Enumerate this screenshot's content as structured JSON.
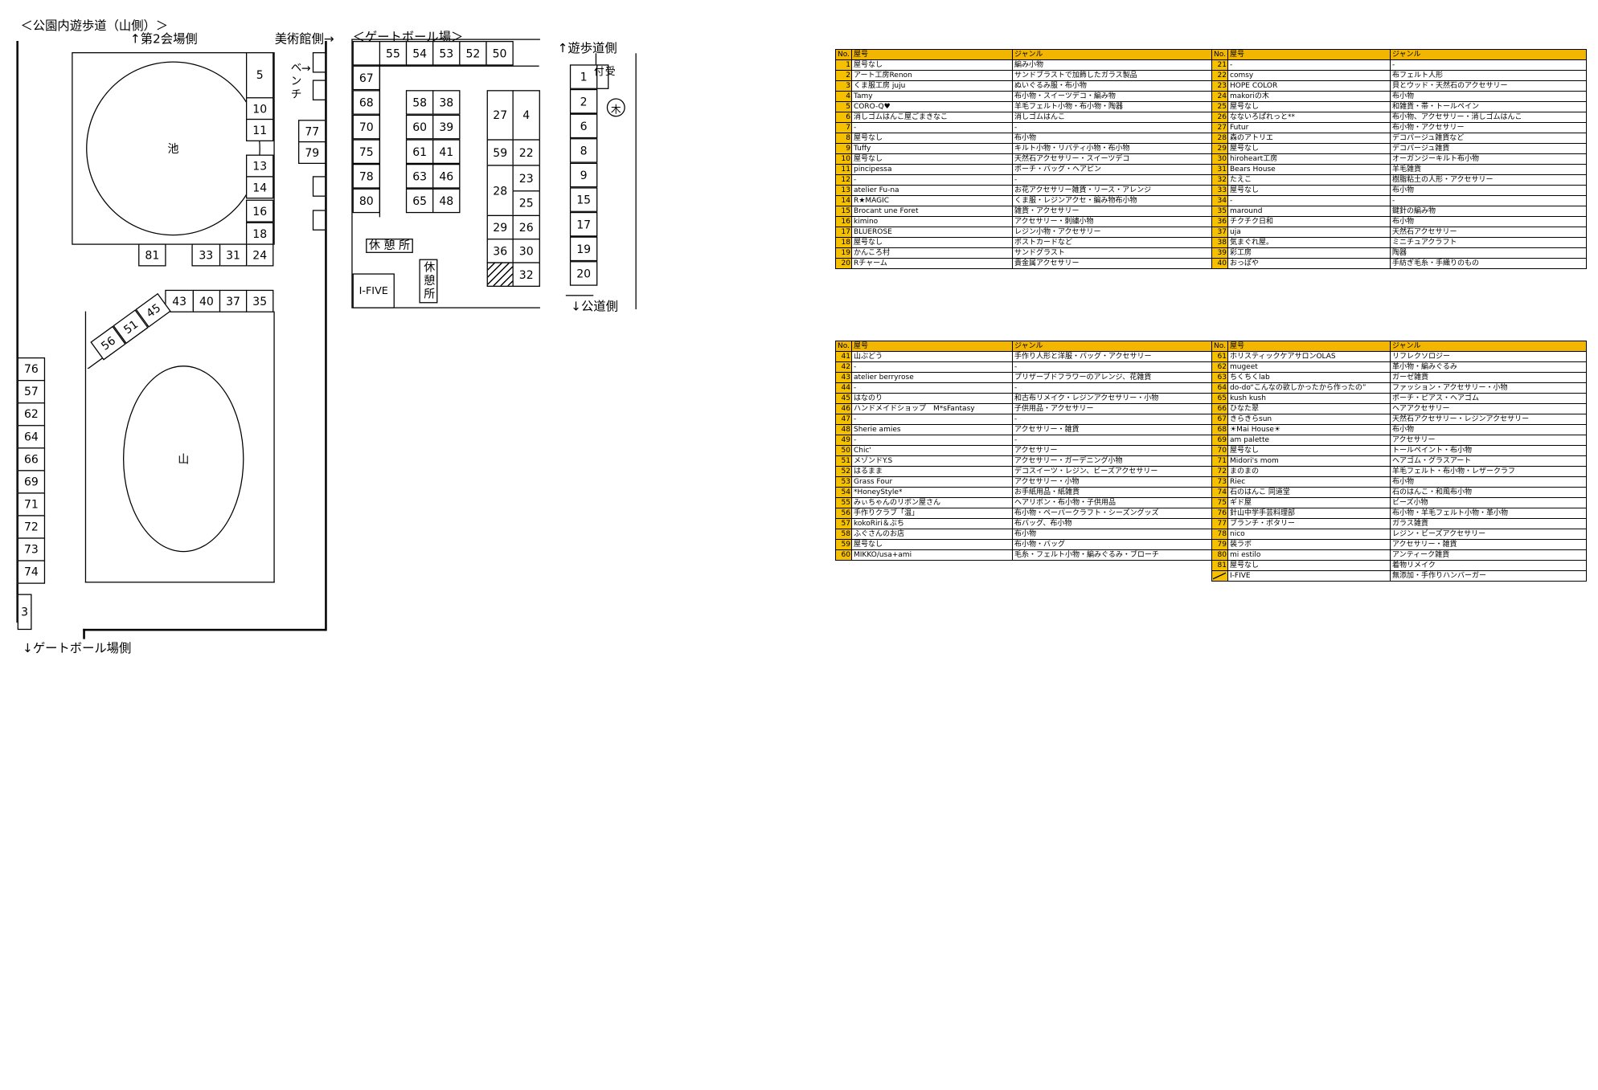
{
  "map": {
    "title_left": "＜公園内遊歩道（山側）＞",
    "label_dai2": "↑第2会場側",
    "label_bijutsukan": "美術館側→",
    "label_bench": "ベンチ",
    "label_gateball_bottom": "↓ゲートボール場側",
    "label_pond": "池",
    "label_mountain": "山",
    "title_gateball": "＜ゲートボール場＞",
    "label_yuhodo": "↑遊歩道側",
    "label_kodo": "↓公道側",
    "label_uketsuke": "受付",
    "label_tree": "木",
    "label_rest1": "休 憩 所",
    "label_rest2": "休憩所",
    "label_ifive": "I-FIVE",
    "booths": {
      "b5": "5",
      "b10": "10",
      "b11": "11",
      "b13": "13",
      "b14": "14",
      "b16": "16",
      "b18": "18",
      "b24": "24",
      "b31": "31",
      "b33": "33",
      "b81": "81",
      "b77": "77",
      "b79": "79",
      "b43": "43",
      "b40": "40",
      "b37": "37",
      "b35": "35",
      "b45": "45",
      "b51": "51",
      "b56": "56",
      "b76": "76",
      "b57": "57",
      "b62": "62",
      "b64": "64",
      "b66": "66",
      "b69": "69",
      "b71": "71",
      "b72": "72",
      "b73": "73",
      "b74": "74",
      "b3": "3",
      "g55": "55",
      "g54": "54",
      "g53": "53",
      "g52": "52",
      "g50": "50",
      "g67": "67",
      "g68": "68",
      "g70": "70",
      "g75": "75",
      "g78": "78",
      "g80": "80",
      "g58": "58",
      "g38": "38",
      "g60": "60",
      "g39": "39",
      "g61": "61",
      "g41": "41",
      "g63": "63",
      "g46": "46",
      "g65": "65",
      "g48": "48",
      "g27": "27",
      "g4": "4",
      "g59": "59",
      "g22": "22",
      "g23": "23",
      "g28": "28",
      "g25": "25",
      "g29": "29",
      "g26": "26",
      "g36": "36",
      "g30": "30",
      "g32": "32",
      "g1": "1",
      "g2": "2",
      "g6": "6",
      "g8": "8",
      "g9": "9",
      "g15": "15",
      "g17": "17",
      "g19": "19",
      "g20": "20"
    }
  },
  "tables": {
    "headers": {
      "no": "No.",
      "name": "屋号",
      "genre": "ジャンル"
    },
    "t1_left": [
      [
        "1",
        "屋号なし",
        "編み小物"
      ],
      [
        "2",
        "アート工房Renon",
        "サンドブラストで加飾したガラス製品"
      ],
      [
        "3",
        "くま服工房 juju",
        "ぬいぐるみ服・布小物"
      ],
      [
        "4",
        "Tamy",
        "布小物・スイーツデコ・編み物"
      ],
      [
        "5",
        "CORO-Q♥",
        "羊毛フェルト小物・布小物・陶器"
      ],
      [
        "6",
        "消しゴムはんこ屋ごまきなこ",
        "消しゴムはんこ"
      ],
      [
        "7",
        "-",
        "-"
      ],
      [
        "8",
        "屋号なし",
        "布小物"
      ],
      [
        "9",
        "Tuffy",
        "キルト小物・リバティ小物・布小物"
      ],
      [
        "10",
        "屋号なし",
        "天然石アクセサリー・スイーツデコ"
      ],
      [
        "11",
        "pincipessa",
        "ポーチ・バッグ・ヘアピン"
      ],
      [
        "12",
        "-",
        "-"
      ],
      [
        "13",
        "atelier Fu-na",
        "お花アクセサリー雑貨・リース・アレンジ"
      ],
      [
        "14",
        "R★MAGIC",
        "くま服・レジンアクセ・編み物布小物"
      ],
      [
        "15",
        "Brocant une Foret",
        "雑貨・アクセサリー"
      ],
      [
        "16",
        "kimino",
        "アクセサリー・刺繍小物"
      ],
      [
        "17",
        "BLUEROSE",
        "レジン小物・アクセサリー"
      ],
      [
        "18",
        "屋号なし",
        "ポストカードなど"
      ],
      [
        "19",
        "かんころ村",
        "サンドグラスト"
      ],
      [
        "20",
        "Rチャーム",
        "貴金属アクセサリー"
      ]
    ],
    "t1_right": [
      [
        "21",
        "-",
        "-"
      ],
      [
        "22",
        "comsy",
        "布フェルト人形"
      ],
      [
        "23",
        "HOPE COLOR",
        "貝とウッド・天然石のアクセサリー"
      ],
      [
        "24",
        "makoriの木",
        "布小物"
      ],
      [
        "25",
        "屋号なし",
        "和雑貨・帯・トールペイン"
      ],
      [
        "26",
        "なないろぱれっと**",
        "布小物、アクセサリー・消しゴムはんこ"
      ],
      [
        "27",
        "Futur",
        "布小物・アクセサリー"
      ],
      [
        "28",
        "森のアトリエ",
        "デコパージュ雑貨など"
      ],
      [
        "29",
        "屋号なし",
        "デコパージュ雑貨"
      ],
      [
        "30",
        "hiroheart工房",
        "オーガンジーキルト布小物"
      ],
      [
        "31",
        "Bears House",
        "羊毛雑貨"
      ],
      [
        "32",
        "たえこ",
        "樹脂粘土の人形・アクセサリー"
      ],
      [
        "33",
        "屋号なし",
        "布小物"
      ],
      [
        "34",
        "-",
        "-"
      ],
      [
        "35",
        "maround",
        "鍵針の編み物"
      ],
      [
        "36",
        "チクチク日和",
        "布小物"
      ],
      [
        "37",
        "uja",
        "天然石アクセサリー"
      ],
      [
        "38",
        "気まぐれ屋。",
        "ミニチュアクラフト"
      ],
      [
        "39",
        "彩工房",
        "陶器"
      ],
      [
        "40",
        "おっぽや",
        "手紡ぎ毛糸・手織りのもの"
      ]
    ],
    "t2_left": [
      [
        "41",
        "山ぶどう",
        "手作り人形と洋服・バッグ・アクセサリー"
      ],
      [
        "42",
        "-",
        "-"
      ],
      [
        "43",
        "atelier berryrose",
        "プリザーブドフラワーのアレンジ、花雑貨"
      ],
      [
        "44",
        "-",
        "-"
      ],
      [
        "45",
        "はなのり",
        "和古布リメイク・レジンアクセサリー・小物"
      ],
      [
        "46",
        "ハンドメイドショップ　M*sFantasy",
        "子供用品・アクセサリー"
      ],
      [
        "47",
        "-",
        "-"
      ],
      [
        "48",
        "Sherie amies",
        "アクセサリー・雑貨"
      ],
      [
        "49",
        "-",
        "-"
      ],
      [
        "50",
        "Chic'",
        "アクセサリー"
      ],
      [
        "51",
        "メゾンドY.S",
        "アクセサリー・ガーデニング小物"
      ],
      [
        "52",
        "はるまま",
        "デコスイーツ・レジン、ビーズアクセサリー"
      ],
      [
        "53",
        "Grass Four",
        "アクセサリー・小物"
      ],
      [
        "54",
        "*HoneyStyle*",
        "お手紙用品・紙雑貨"
      ],
      [
        "55",
        "みぃちゃんのリボン屋さん",
        "ヘアリボン・布小物・子供用品"
      ],
      [
        "56",
        "手作りクラブ「温」",
        "布小物・ペーパークラフト・シーズングッズ"
      ],
      [
        "57",
        "kokoRiri＆ぷち",
        "布バッグ、布小物"
      ],
      [
        "58",
        "ふぐさんのお店",
        "布小物"
      ],
      [
        "59",
        "屋号なし",
        "布小物・バッグ"
      ],
      [
        "60",
        "MIKKO/usa+ami",
        "毛糸・フェルト小物・編みぐるみ・ブローチ"
      ]
    ],
    "t2_right": [
      [
        "61",
        "ホリスティックケアサロンOLAS",
        "リフレクソロジー"
      ],
      [
        "62",
        "mugeet",
        "革小物・編みぐるみ"
      ],
      [
        "63",
        "ちくちくlab",
        "ガーゼ雑貨"
      ],
      [
        "64",
        "do-do“こんなの欲しかったから作ったの”",
        "ファッション・アクセサリー・小物"
      ],
      [
        "65",
        "kush kush",
        "ポーチ・ピアス・ヘアゴム"
      ],
      [
        "66",
        "ひなた翠",
        "ヘアアクセサリー"
      ],
      [
        "67",
        "きらきらsun",
        "天然石アクセサリー・レジンアクセサリー"
      ],
      [
        "68",
        "☀Mai House☀",
        "布小物"
      ],
      [
        "69",
        "am palette",
        "アクセサリー"
      ],
      [
        "70",
        "屋号なし",
        "トールペイント・布小物"
      ],
      [
        "71",
        "Midori's mom",
        "ヘアゴム・グラスアート"
      ],
      [
        "72",
        "まのまの",
        "羊毛フェルト・布小物・レザークラフ"
      ],
      [
        "73",
        "Riec",
        "布小物"
      ],
      [
        "74",
        "石のはんこ 同道堂",
        "石のはんこ・和風布小物"
      ],
      [
        "75",
        "ギド屋",
        "ビーズ小物"
      ],
      [
        "76",
        "針山中学手芸料理部",
        "布小物・羊毛フェルト小物・革小物"
      ],
      [
        "77",
        "ブランチ・ボタリー",
        "ガラス雑貨"
      ],
      [
        "78",
        "nico",
        "レジン・ビーズアクセサリー"
      ],
      [
        "79",
        "装ラボ",
        "アクセサリー・雑貨"
      ],
      [
        "80",
        "mi estilo",
        "アンティーク雑貨"
      ],
      [
        "81",
        "屋号なし",
        "着物リメイク"
      ],
      [
        "",
        "I-FIVE",
        "無添加・手作りハンバーガー"
      ]
    ]
  }
}
